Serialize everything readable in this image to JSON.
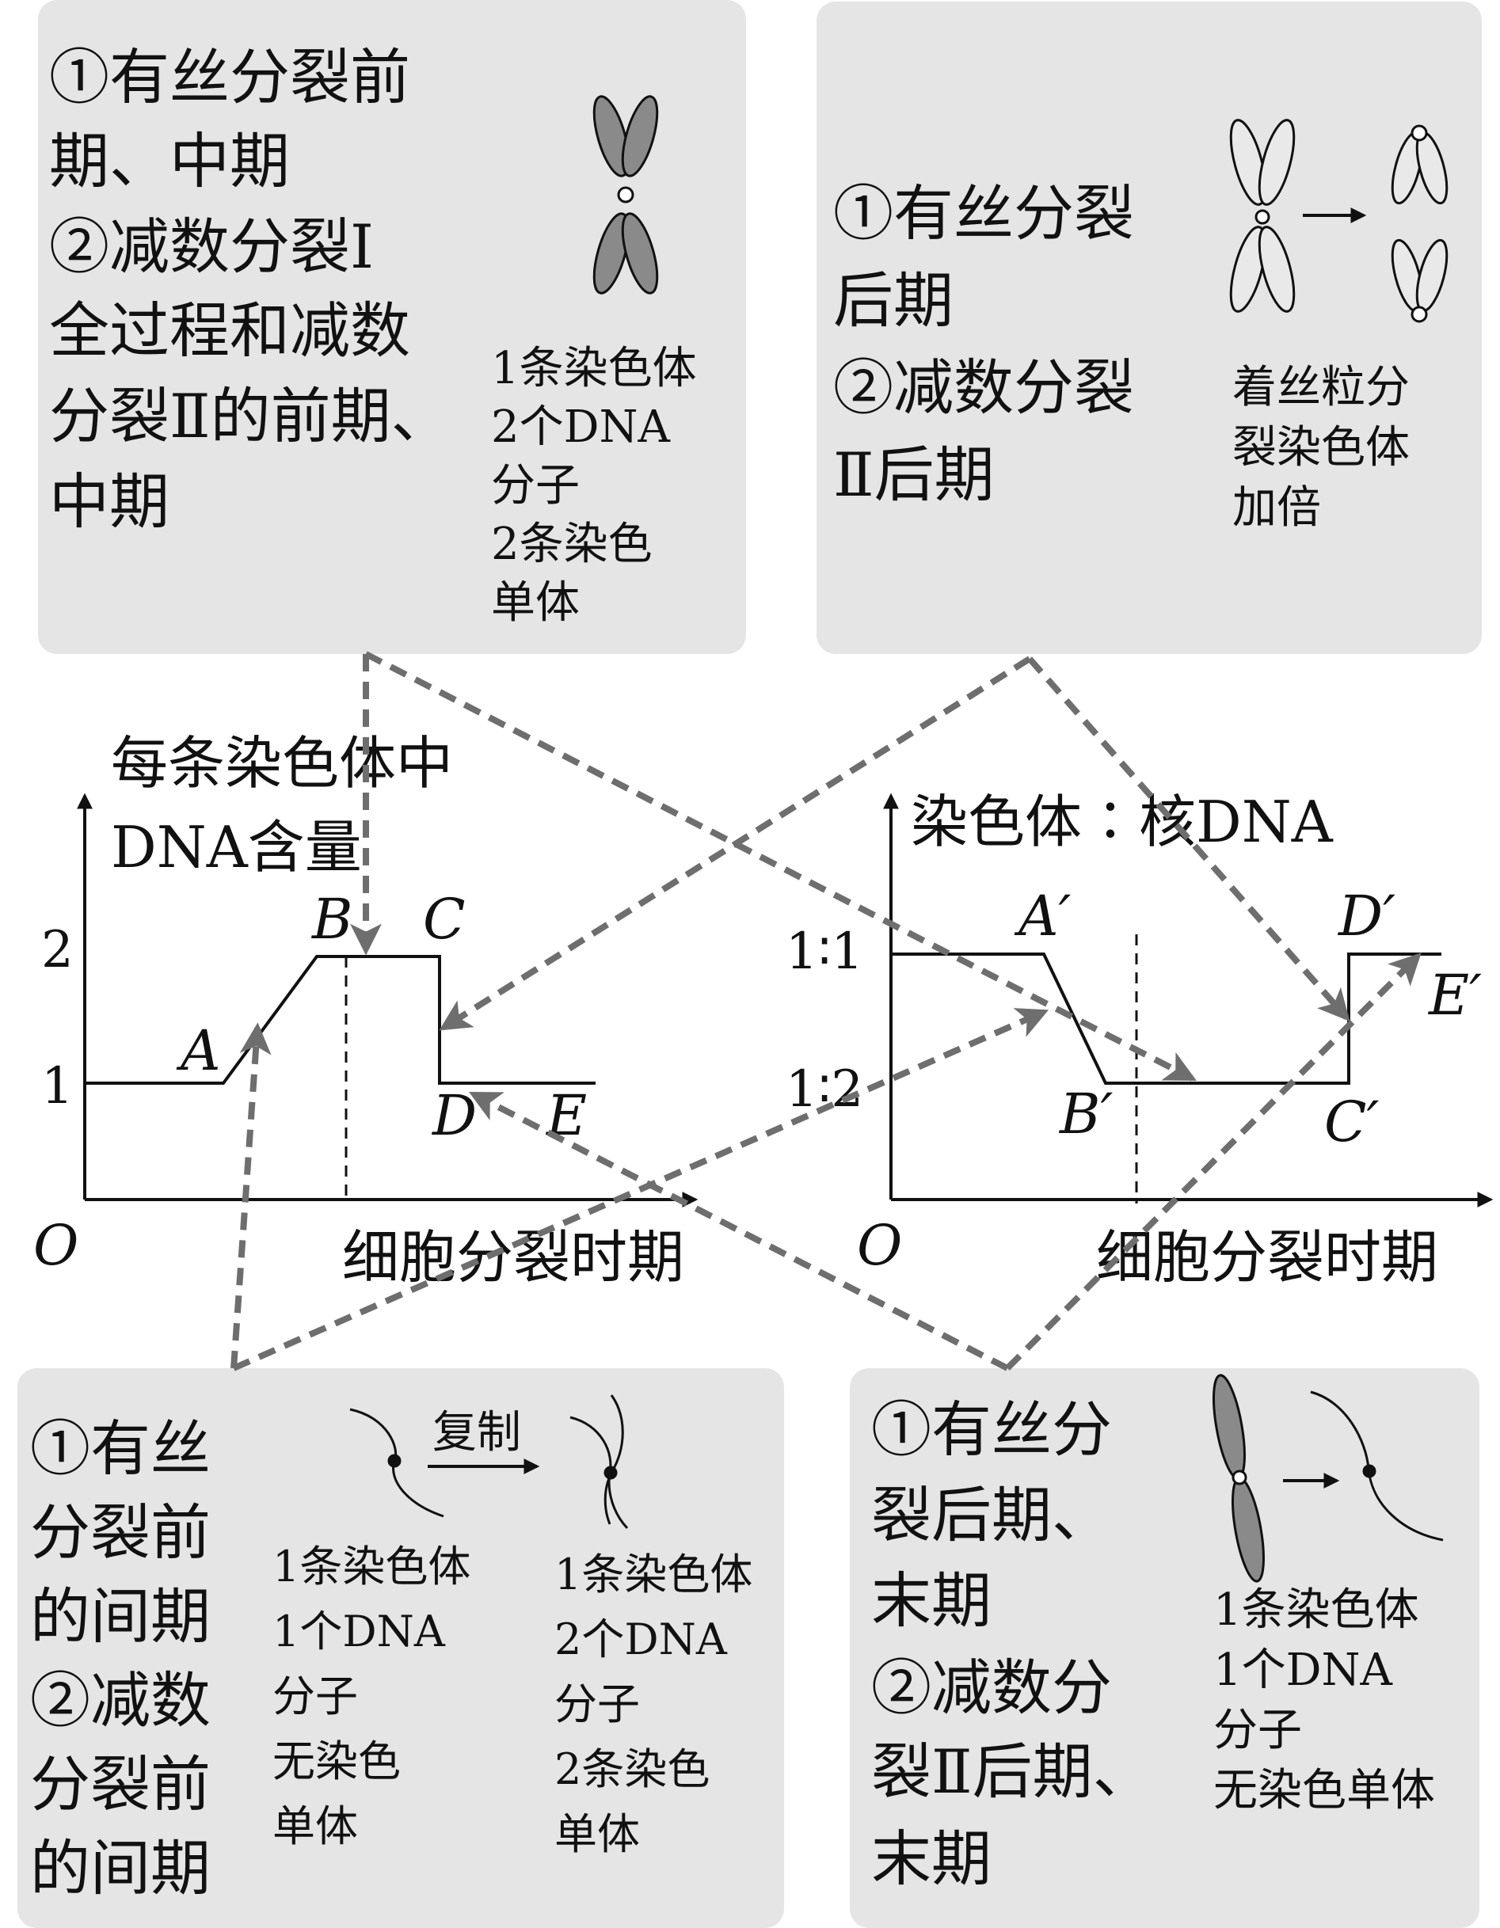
{
  "top_left": {
    "lines": [
      "①有丝分裂前",
      "期、中期",
      "②减数分裂Ⅰ",
      "全过程和减数",
      "分裂Ⅱ的前期、",
      "中期"
    ],
    "detail": [
      "1条染色体",
      "2个DNA",
      "分子",
      "2条染色",
      "单体"
    ]
  },
  "top_right": {
    "lines": [
      "①有丝分裂",
      "后期",
      "②减数分裂",
      "Ⅱ后期"
    ],
    "detail": [
      "着丝粒分",
      "裂染色体",
      "加倍"
    ]
  },
  "bottom_left": {
    "lines": [
      "①有丝",
      "分裂前",
      "的间期",
      "②减数",
      "分裂前",
      "的间期"
    ],
    "arrow_label": "复制",
    "before": [
      "1条染色体",
      "1个DNA",
      "分子",
      "无染色",
      "单体"
    ],
    "after": [
      "1条染色体",
      "2个DNA",
      "分子",
      "2条染色",
      "单体"
    ]
  },
  "bottom_right": {
    "lines": [
      "①有丝分",
      "裂后期、",
      "末期",
      "②减数分",
      "裂Ⅱ后期、",
      "末期"
    ],
    "detail": [
      "1条染色体",
      "1个DNA",
      "分子",
      "无染色单体"
    ]
  },
  "graph_left": {
    "ylabel": [
      "每条染色体中",
      "DNA含量"
    ],
    "xlabel": "细胞分裂时期",
    "origin": "O",
    "yticks": [
      "1",
      "2"
    ],
    "points": [
      "A",
      "B",
      "C",
      "D",
      "E"
    ]
  },
  "graph_right": {
    "ylabel": "染色体∶核DNA",
    "xlabel": "细胞分裂时期",
    "origin": "O",
    "yticks": [
      "1∶1",
      "1∶2"
    ],
    "points": [
      "A′",
      "B′",
      "C′",
      "D′",
      "E′"
    ]
  },
  "chart_data": [
    {
      "type": "line",
      "ylabel": "每条染色体中DNA含量",
      "xlabel": "细胞分裂时期",
      "yticks": [
        1,
        2
      ],
      "series": [
        {
          "y": [
            1,
            1,
            2,
            2,
            1,
            1
          ],
          "point_labels": [
            "",
            "A",
            "B",
            "C",
            "D",
            "E"
          ]
        }
      ]
    },
    {
      "type": "line",
      "ylabel": "染色体∶核DNA",
      "xlabel": "细胞分裂时期",
      "yticks": [
        "1∶1",
        "1∶2"
      ],
      "series": [
        {
          "y": [
            "1∶1",
            "1∶1",
            "1∶2",
            "1∶2",
            "1∶1",
            "1∶1"
          ],
          "point_labels": [
            "",
            "A′",
            "B′",
            "C′",
            "D′",
            "E′"
          ]
        }
      ]
    }
  ],
  "colors": {
    "panel": "#e5e5e5",
    "chromosome": "#8a8a8a",
    "arrow": "#6e6e6e",
    "line": "#111111"
  }
}
